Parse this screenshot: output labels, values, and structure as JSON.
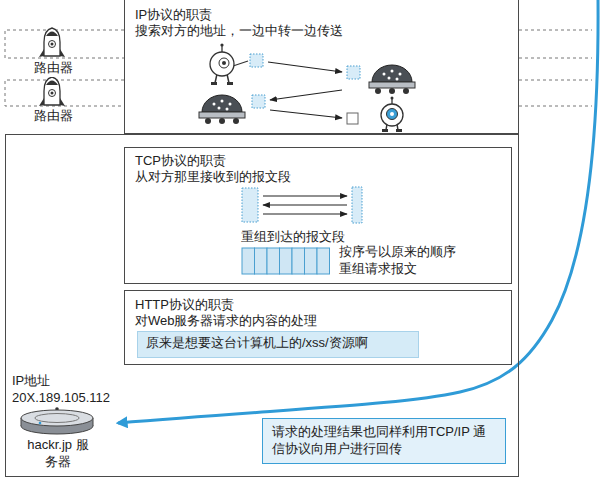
{
  "diagram": {
    "nodes": [
      {
        "text": [
          "IP协议的职责",
          "搜索对方的地址，一边中转一边传送"
        ]
      },
      {
        "text": [
          "IP地址 20X.189.105.112",
          "hackr.jp 服务器"
        ]
      },
      {
        "text": [
          "TCP协议的职责",
          "从对方那里接收到的报文段",
          "重组到达的报文段",
          "按序号以原来的顺序 重组请求报文"
        ],
        "in": 1
      },
      {
        "text": [
          "HTTP协议的职责",
          "对Web服务器请求的内容的处理"
        ],
        "in": 1
      },
      {
        "text": [
          "原来是想要这台计算机上的/xss/资源啊"
        ],
        "in": 3
      },
      {
        "text": [
          "请求的处理结果也同样利用TCP/IP 通信协议向用户进行回传"
        ],
        "in": 1
      }
    ],
    "labels": [
      "路由器",
      "路由器"
    ]
  }
}
